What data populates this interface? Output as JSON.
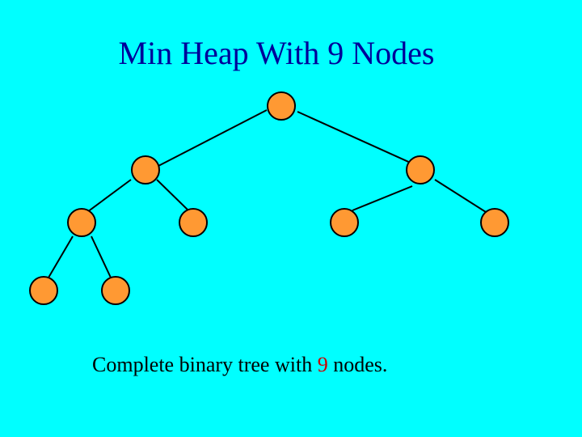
{
  "slide": {
    "title": "Min Heap With 9 Nodes",
    "caption": {
      "before": "Complete binary tree with ",
      "count": "9",
      "after": " nodes."
    }
  },
  "tree": {
    "node_count": 9,
    "edges": [
      [
        0,
        1
      ],
      [
        0,
        2
      ],
      [
        1,
        3
      ],
      [
        1,
        4
      ],
      [
        2,
        5
      ],
      [
        2,
        6
      ],
      [
        3,
        7
      ],
      [
        3,
        8
      ]
    ]
  },
  "colors": {
    "background": "#00FFFF",
    "title_text": "#000099",
    "caption_text": "#000000",
    "caption_highlight": "#CC0000",
    "node_fill": "#FF9933",
    "node_stroke": "#000000",
    "edge_stroke": "#000000"
  }
}
